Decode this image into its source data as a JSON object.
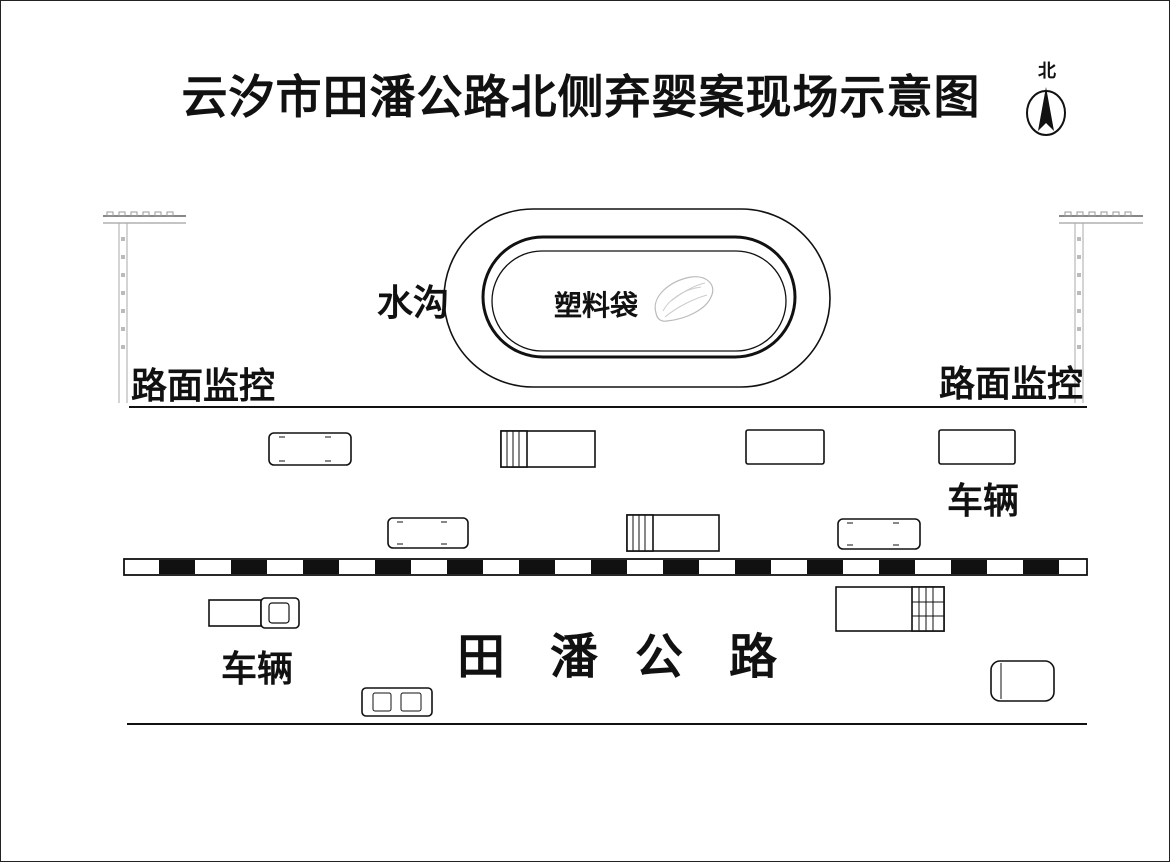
{
  "title": "云汐市田潘公路北侧弃婴案现场示意图",
  "north_label": "北",
  "labels": {
    "ditch": "水沟",
    "bag": "塑料袋",
    "monitor_left": "路面监控",
    "monitor_right": "路面监控",
    "vehicles_upper": "车辆",
    "vehicles_lower": "车辆",
    "road_name": [
      "田",
      "潘",
      "公",
      "路"
    ]
  },
  "colors": {
    "line": "#111111",
    "bg": "#ffffff",
    "dash": "#111111"
  }
}
